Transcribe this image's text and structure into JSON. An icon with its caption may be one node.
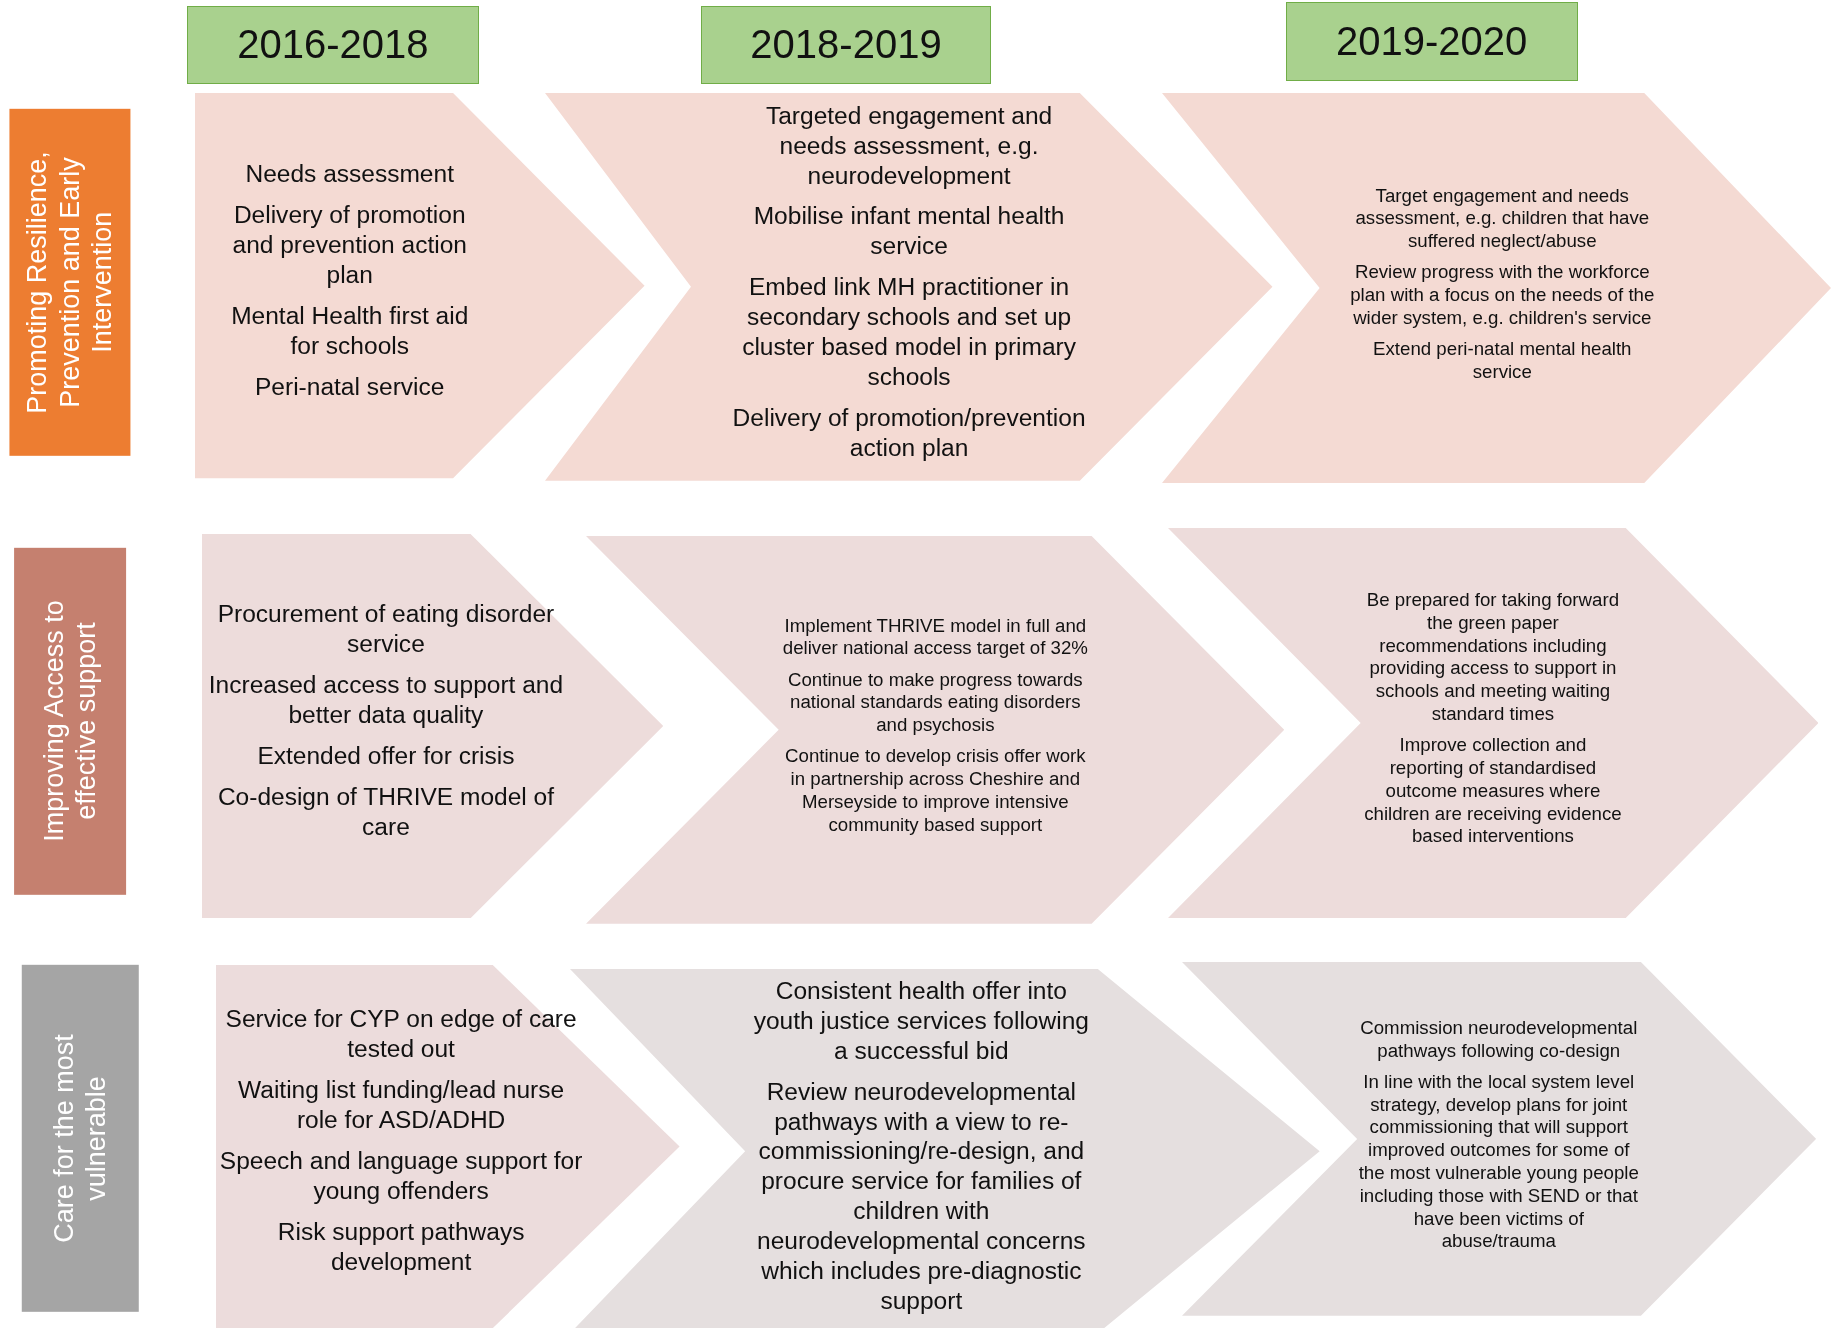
{
  "diagram": {
    "nodes": [
      {
        "text": [
          "2016-2018"
        ]
      },
      {
        "text": [
          "2018-2019"
        ]
      },
      {
        "text": [
          "2019-2020"
        ]
      },
      {
        "text": [
          "Promoting Resilience, Prevention and Early Intervention"
        ]
      },
      {
        "text": [
          "Needs assessment",
          "Delivery of promotion and prevention action plan",
          "Mental Health first aid for schools",
          "Peri-natal service"
        ]
      },
      {
        "text": [
          "Targeted engagement and needs assessment, e.g. neurodevelopment",
          "Mobilise infant mental health service",
          "Embed link MH practitioner in secondary schools and set up cluster based model in primary schools",
          "Delivery of promotion/prevention action plan"
        ]
      },
      {
        "text": [
          "Target engagement and needs assessment, e.g. children that have suffered neglect/abuse",
          "Review progress with the workforce plan with a focus on the needs of the wider system, e.g. children's service",
          "Extend peri-natal mental health service"
        ]
      },
      {
        "text": [
          "Improving Access to effective support"
        ]
      },
      {
        "text": [
          "Procurement of eating disorder service",
          "Increased access to support and better data quality",
          "Extended offer for crisis",
          "Co-design of THRIVE model of care"
        ]
      },
      {
        "text": [
          "Implement THRIVE model in full and deliver national access target of 32%",
          "Continue to make progress towards national standards eating disorders and psychosis",
          "Continue to develop crisis offer work in partnership across Cheshire and Merseyside to improve intensive community based support"
        ]
      },
      {
        "text": [
          "Be prepared for taking forward the green paper recommendations including providing access to support in schools and meeting waiting standard times",
          "Improve collection and reporting of standardised outcome measures where children are receiving evidence based interventions"
        ]
      },
      {
        "text": [
          "Care for the most vulnerable"
        ]
      },
      {
        "text": [
          "Service for CYP on edge of care tested out",
          "Waiting list funding/lead nurse role for ASD/ADHD",
          "Speech and language support for young offenders",
          "Risk support pathways development"
        ]
      },
      {
        "text": [
          "Consistent health offer into youth justice services following a successful bid",
          "Review neurodevelopmental pathways with a view to re-commissioning/re-design, and procure service for families of children with neurodevelopmental concerns which includes pre-diagnostic support"
        ]
      },
      {
        "text": [
          "Commission neurodevelopmental pathways following co-design",
          "In line with the local system level strategy, develop plans for joint commissioning that will support improved outcomes for some of the most vulnerable young people including those with SEND or that have been victims of abuse/trauma"
        ]
      }
    ]
  }
}
